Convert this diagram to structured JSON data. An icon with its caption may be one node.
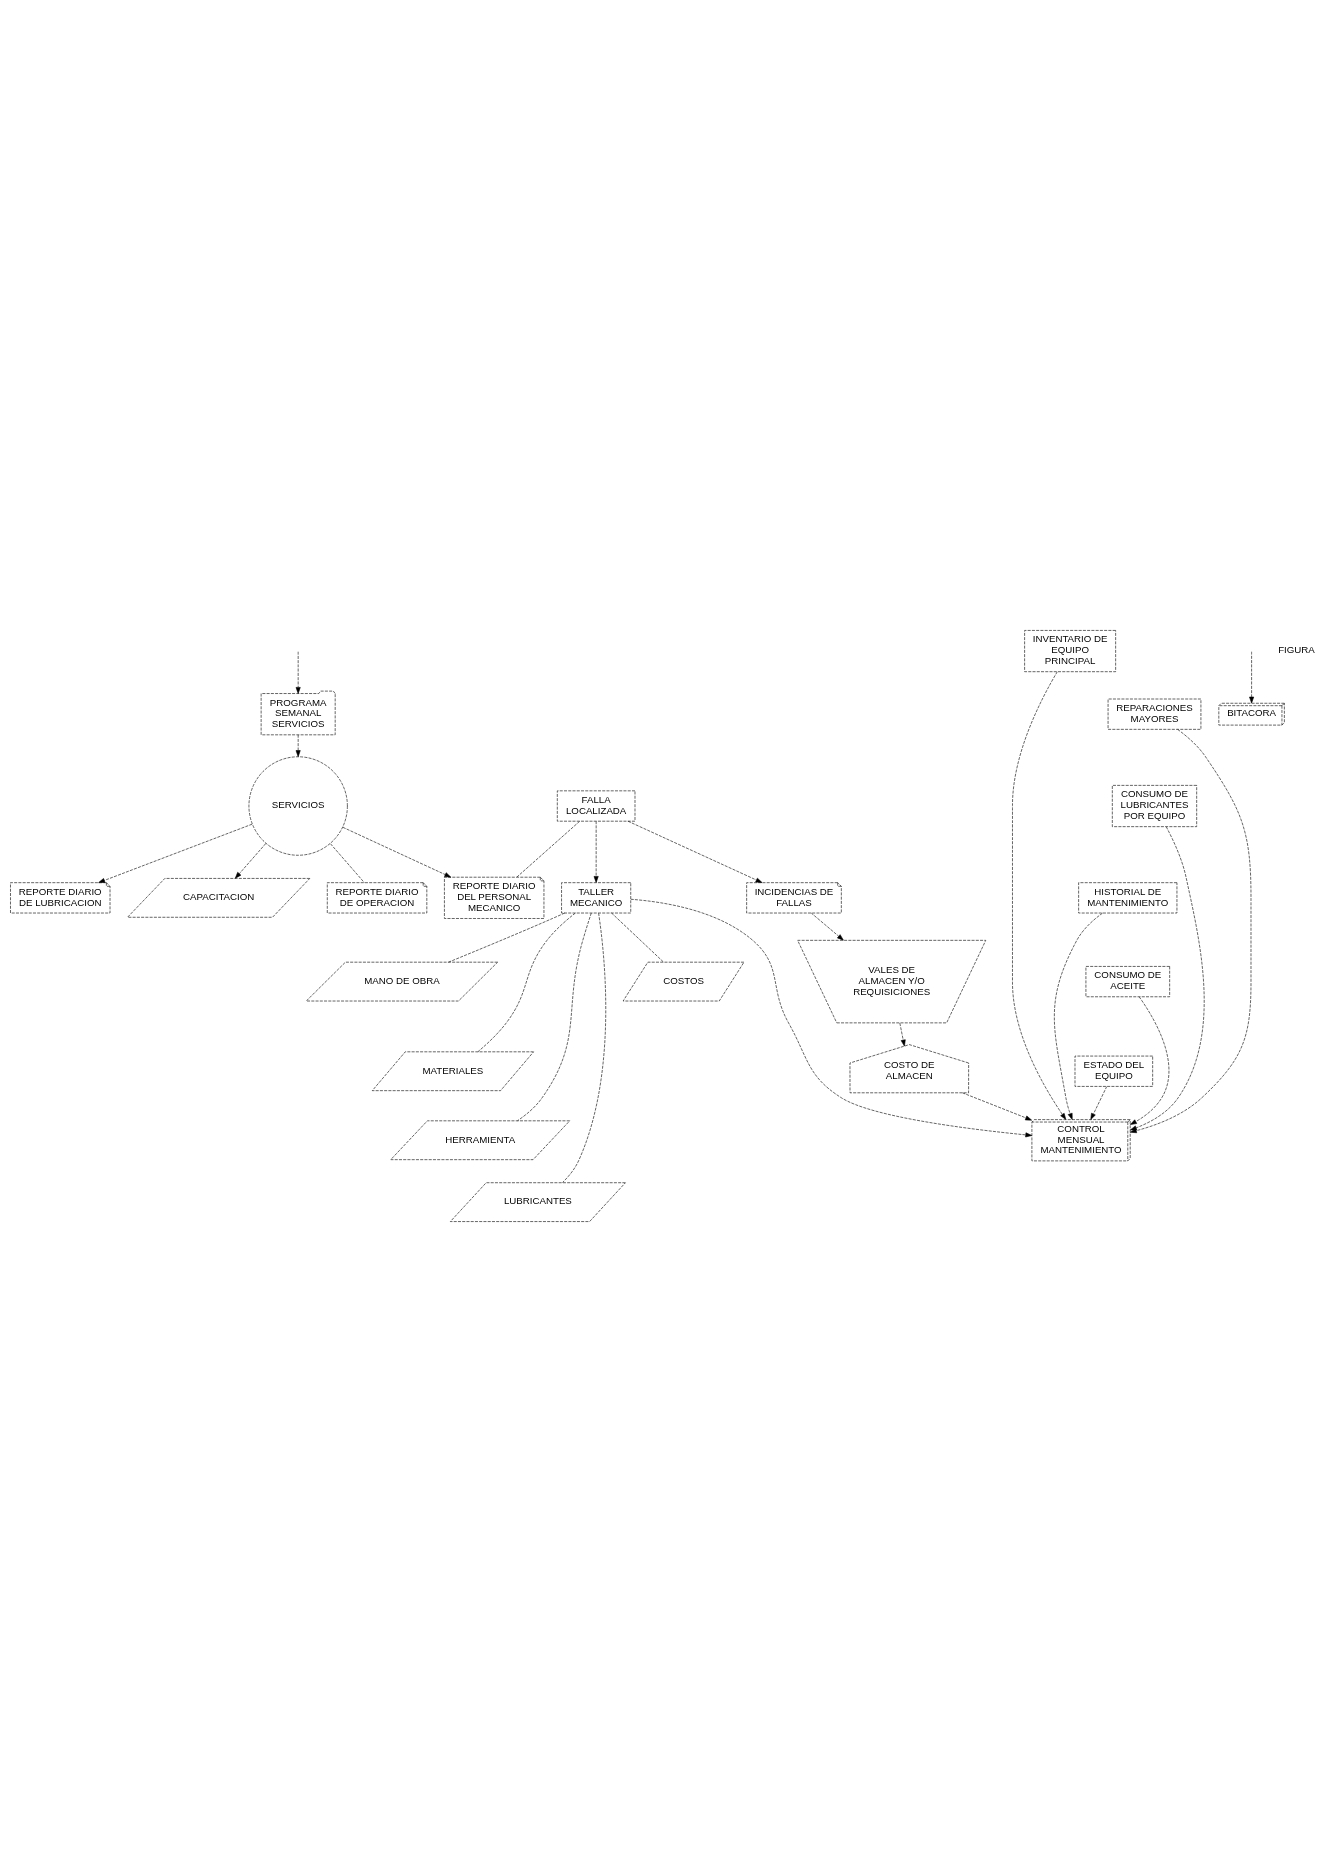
{
  "diagram": {
    "nodes": [
      {
        "text": [
          "REPORTE DIARIO DE OPERACION"
        ]
      },
      {
        "text": [
          "REPORTE DIARIO DE LUBRICACION"
        ]
      },
      {
        "text": [
          "FALLA LOCALIZADA"
        ]
      },
      {
        "text": [
          "REPORTE DIARIO DEL PERSONAL MECANICO"
        ]
      },
      {
        "text": [
          "CAPACITACION"
        ]
      },
      {
        "text": [
          "SERVICIOS"
        ]
      },
      {
        "text": [
          "BITACORA"
        ]
      },
      {
        "text": [
          "PROGRAMA SEMANAL SERVICIOS"
        ]
      },
      {
        "text": [
          "INCIDENCIAS DE FALLAS"
        ]
      },
      {
        "text": [
          "TALLER MECANICO"
        ]
      },
      {
        "text": [
          "MANO DE OBRA"
        ]
      },
      {
        "text": [
          "MATERIALES"
        ]
      },
      {
        "text": [
          "HERRAMIENTA"
        ]
      },
      {
        "text": [
          "LUBRICANTES"
        ]
      },
      {
        "text": [
          "COSTOS"
        ]
      },
      {
        "text": [
          "VALES DE ALMACEN Y/O REQUISICIONES"
        ]
      },
      {
        "text": [
          "COSTO DE ALMACEN"
        ]
      },
      {
        "text": [
          "CONTROL MENSUAL MANTENIMIENTO"
        ]
      },
      {
        "text": [
          "INVENTARIO DE EQUIPO PRINCIPAL"
        ]
      },
      {
        "text": [
          "REPARACIONES MAYORES"
        ]
      },
      {
        "text": [
          "CONSUMO DE LUBRICANTES POR EQUIPO"
        ]
      },
      {
        "text": [
          "HISTORIAL DE MANTENIMIENTO"
        ]
      },
      {
        "text": [
          "CONSUMO DE ACEITE"
        ]
      },
      {
        "text": [
          "ESTADO DEL EQUIPO"
        ]
      }
    ],
    "edges": [
      {
        "from": 5,
        "to": 4,
        "arrow": "to"
      },
      {
        "from": 5,
        "to": 0,
        "arrow": "none"
      },
      {
        "from": 5,
        "to": 1,
        "arrow": "to"
      },
      {
        "from": 5,
        "to": 3,
        "arrow": "to"
      },
      {
        "from": null,
        "to": 6,
        "arrow": "to"
      },
      {
        "from": 7,
        "to": 5,
        "arrow": "to"
      },
      {
        "from": null,
        "to": 7,
        "arrow": "to"
      },
      {
        "from": 2,
        "to": 3,
        "arrow": "none"
      },
      {
        "from": 2,
        "to": 8,
        "arrow": "to"
      },
      {
        "from": 2,
        "to": 9,
        "arrow": "to"
      },
      {
        "from": 9,
        "to": 10,
        "arrow": "none"
      },
      {
        "from": 9,
        "to": 11,
        "arrow": "none"
      },
      {
        "from": 9,
        "to": 12,
        "arrow": "none"
      },
      {
        "from": 9,
        "to": 13,
        "arrow": "none"
      },
      {
        "from": 9,
        "to": 14,
        "arrow": "none"
      },
      {
        "from": 8,
        "to": 15,
        "arrow": "to"
      },
      {
        "from": 15,
        "to": 16,
        "arrow": "to"
      },
      {
        "from": 16,
        "to": 17,
        "arrow": "to"
      },
      {
        "from": 9,
        "to": 17,
        "arrow": "to"
      },
      {
        "from": 18,
        "to": 17,
        "arrow": "to"
      },
      {
        "from": 19,
        "to": 17,
        "arrow": "to"
      },
      {
        "from": 20,
        "to": 17,
        "arrow": "to"
      },
      {
        "from": 21,
        "to": 17,
        "arrow": "to"
      },
      {
        "from": 22,
        "to": 17,
        "arrow": "to"
      },
      {
        "from": 23,
        "to": 17,
        "arrow": "to"
      }
    ],
    "labels": [
      "FIGURA"
    ]
  }
}
